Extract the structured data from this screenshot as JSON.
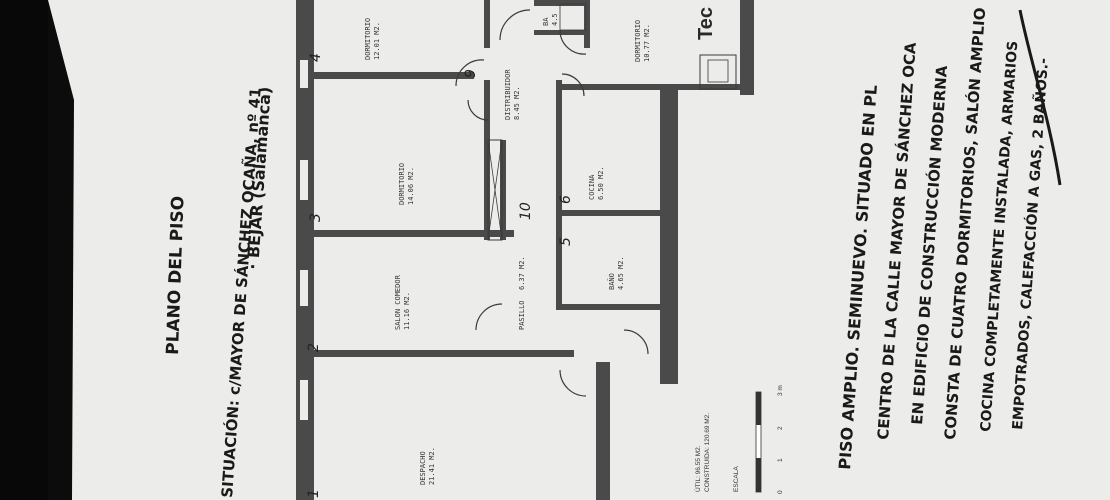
{
  "handwriting": {
    "title_line1": "PLANO DEL PISO",
    "title_line2": "SITUACIÓN: c/MAYOR DE SÁNCHEZ OCAÑA, nº 41",
    "title_line3": "· BEJAR (Salamanca)",
    "desc_line1": "PISO AMPLIO. SEMINUEVO. SITUADO EN PL",
    "desc_line2": "CENTRO DE LA CALLE MAYOR DE SÁNCHEZ OCA",
    "desc_line3": "EN EDIFICIO DE CONSTRUCCIÓN MODERNA",
    "desc_line4": "CONSTA DE CUATRO DORMITORIOS, SALÓN AMPLIO",
    "desc_line5": "COCINA COMPLETAMENTE INSTALADA, ARMARIOS",
    "desc_line6": "EMPOTRADOS, CALEFACCIÓN A GAS, 2 BAÑOS.-"
  },
  "rooms": {
    "despacho": {
      "name": "DESPACHO",
      "area": "21.41 M2."
    },
    "salon": {
      "name": "SALON COMEDOR",
      "area": "11.16 M2."
    },
    "dorm3": {
      "name": "DORMITORIO",
      "area": "14.06 M2."
    },
    "dorm4": {
      "name": "DORMITORIO",
      "area": "12.01 M2."
    },
    "distribuidor": {
      "name": "DISTRIBUIDOR",
      "area": "8.45 M2."
    },
    "pasillo": {
      "name": "PASILLO",
      "area": "6.37 M2."
    },
    "cocina": {
      "name": "COCINA",
      "area": "6.50 M2."
    },
    "bano1": {
      "name": "BAÑO",
      "area": "4.65 M2."
    },
    "bano2": {
      "name": "BA",
      "area": "4.5"
    },
    "dorm_right": {
      "name": "DORMITORIO",
      "area": "10.77 M2."
    }
  },
  "markers": {
    "m1": "1",
    "m2": "2",
    "m3": "3",
    "m4": "4",
    "m5": "5",
    "m6": "6",
    "m9": "9",
    "m10": "10"
  },
  "surfaces": {
    "util": "ÚTIL: 96.55 M2.",
    "construida": "CONSTRUIDA: 120.69 M2."
  },
  "scale": {
    "label": "ESCALA",
    "t0": "0",
    "t1": "1",
    "t2": "2",
    "t3": "3 m"
  },
  "stamp": {
    "brand": "Tec"
  }
}
